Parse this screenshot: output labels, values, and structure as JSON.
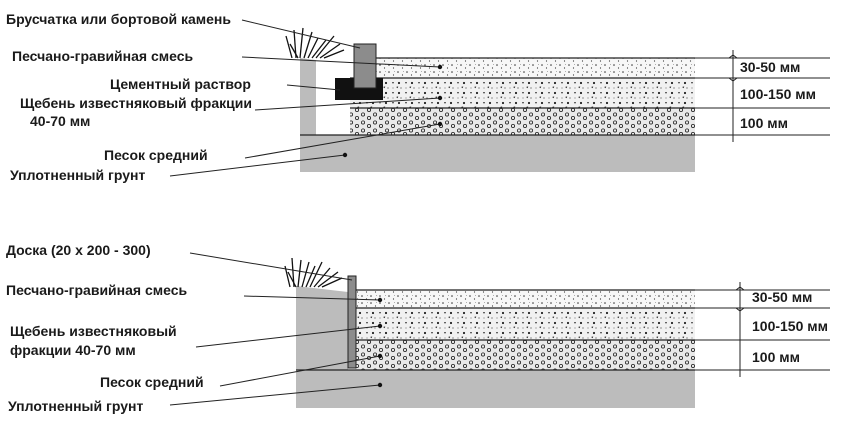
{
  "diagram_top": {
    "labels": {
      "paver": "Брусчатка или бортовой камень",
      "sand_gravel": "Песчано-гравийная смесь",
      "cement": "Цементный раствор",
      "crushed_stone_line1": "Щебень известняковый фракции",
      "crushed_stone_line2": "40-70 мм",
      "sand": "Песок средний",
      "soil": "Уплотненный грунт"
    },
    "dimensions": {
      "d1": "30-50 мм",
      "d2": "100-150 мм",
      "d3": "100 мм"
    }
  },
  "diagram_bottom": {
    "labels": {
      "board": "Доска (20 х 200 - 300)",
      "sand_gravel": "Песчано-гравийная смесь",
      "crushed_stone_line1": "Щебень известняковый",
      "crushed_stone_line2": "фракции 40-70 мм",
      "sand": "Песок средний",
      "soil": "Уплотненный грунт"
    },
    "dimensions": {
      "d1": "30-50 мм",
      "d2": "100-150 мм",
      "d3": "100 мм"
    }
  },
  "colors": {
    "soil": "#bcbcbc",
    "layer_light": "#f3f3f3",
    "layer_mid": "#e6e6e6",
    "curb": "#8c8c8c",
    "mortar": "#111111",
    "ink": "#1a1a1a"
  }
}
